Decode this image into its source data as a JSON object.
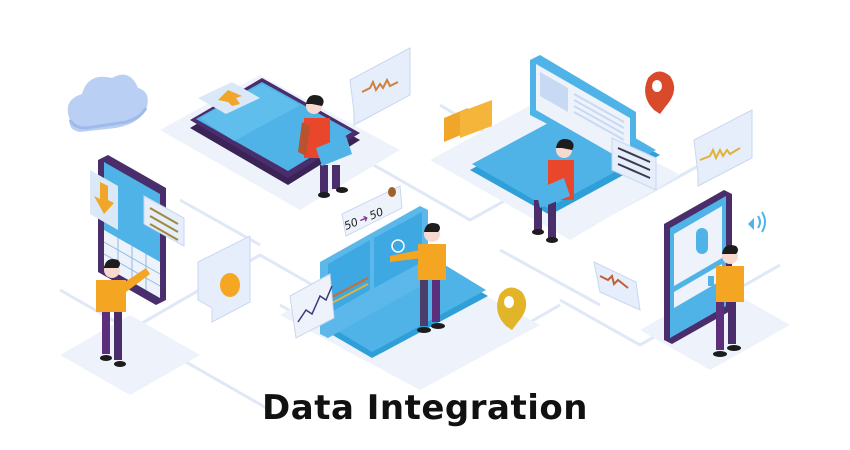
{
  "caption": {
    "title": "Data Integration"
  },
  "illustration": {
    "style": "isometric",
    "colors": {
      "background": "#ffffff",
      "platform": "#e8effa",
      "grid_line": "#dbe5f5",
      "screen_blue": "#4fb3e8",
      "screen_light": "#8fd0f2",
      "device_frame": "#4a2d6b",
      "device_frame_dark": "#3a2356",
      "card": "#e6eefb",
      "orange_shirt": "#f4a623",
      "red_shirt": "#e8472c",
      "pants_purple": "#5b2f7a",
      "accent_orange": "#f5a623",
      "accent_yellow": "#f5c518",
      "pin_red": "#d84a2a",
      "cloud": "#b7cdf2",
      "caption_text": "#111111"
    },
    "objects": [
      {
        "id": "cloud",
        "icon": "cloud-icon"
      },
      {
        "id": "tablet-upload",
        "icon": "upload-arrow-icon",
        "person": "red-shirt-seated-with-laptop"
      },
      {
        "id": "sound-wave-card-top",
        "icon": "audio-wave-icon"
      },
      {
        "id": "folders",
        "icon": "folder-icon"
      },
      {
        "id": "laptop-document",
        "icon": "document-icon",
        "person": "red-shirt-seated-with-laptop"
      },
      {
        "id": "location-pin-red",
        "icon": "location-pin-icon"
      },
      {
        "id": "sound-wave-card-right",
        "icon": "audio-wave-icon"
      },
      {
        "id": "phone-download",
        "icon": "download-arrow-icon",
        "person": "orange-shirt-pointing"
      },
      {
        "id": "message-card-left",
        "icon": "message-lines-icon"
      },
      {
        "id": "idea-card",
        "icon": "lightbulb-icon"
      },
      {
        "id": "laptop-dashboard",
        "icon": "chart-icon",
        "person": "orange-shirt-touching-screen"
      },
      {
        "id": "exchange-card",
        "label": "50 → 50",
        "icon": "exchange-icon"
      },
      {
        "id": "location-pin-yellow",
        "icon": "location-pin-icon"
      },
      {
        "id": "sound-wave-card-bottom",
        "icon": "audio-wave-icon"
      },
      {
        "id": "phone-voice",
        "icon": "microphone-icon",
        "person": "orange-shirt-with-phone"
      },
      {
        "id": "speaker",
        "icon": "speaker-icon"
      }
    ],
    "exchange_card": {
      "left_value": "50",
      "right_value": "50"
    }
  }
}
